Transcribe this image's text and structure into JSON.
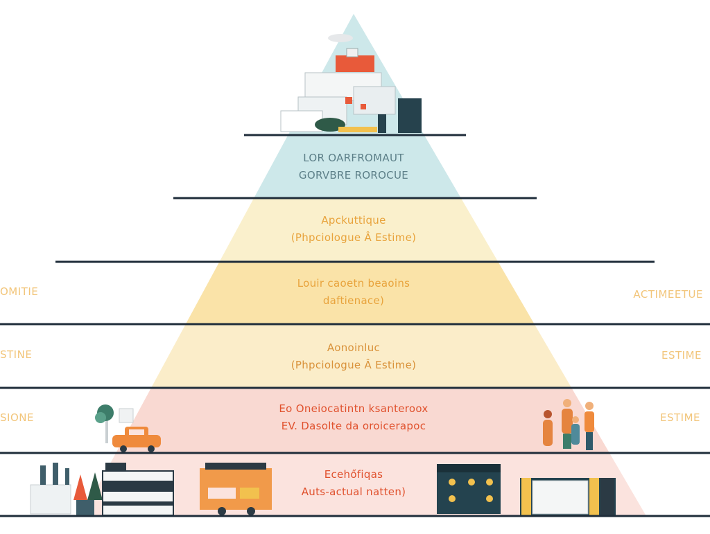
{
  "colors": {
    "tier_top": "#cde8ea",
    "tier_2": "#faf0cc",
    "tier_3": "#fae3a8",
    "tier_4": "#fbedc9",
    "tier_5": "#f9d9d2",
    "tier_6": "#fbe3de",
    "line": "#1f2d3a",
    "label_top": "#5c7f88",
    "label_warm": "#e8a33c",
    "label_red": "#e0512d",
    "side_label": "#f2c57a"
  },
  "tiers": [
    {
      "line1": "LOR OARFROMAUT",
      "line2": "GORVBRE RОROCUE"
    },
    {
      "line1": "Apckuttique",
      "line2": "(Phpciologue Â Estime)"
    },
    {
      "line1": "Louir caoetn beaoins",
      "line2": "daftienace)"
    },
    {
      "line1": "Aonoinluc",
      "line2": "(Phpciologue Â Estime)"
    },
    {
      "line1": "Eo Oneiocatintn ksanteroox",
      "line2": "EV. Dasolte da oroicerароc"
    },
    {
      "line1": "Ecehőfiqas",
      "line2": "Auts-actual natten)"
    }
  ],
  "side_labels": {
    "left": [
      "OMITIE",
      "STINE",
      "SIONE"
    ],
    "right": [
      "ACTIMEETUE",
      "ESTIME",
      "ESTIME"
    ]
  },
  "icons": {
    "top": "city-skyline-icon",
    "tree": "tree-icon",
    "car": "car-icon",
    "people": "people-group-icon",
    "bus": "bus-icon",
    "building": "building-icon",
    "truck": "delivery-truck-icon",
    "store": "storefront-icon",
    "factory": "factory-icon"
  }
}
